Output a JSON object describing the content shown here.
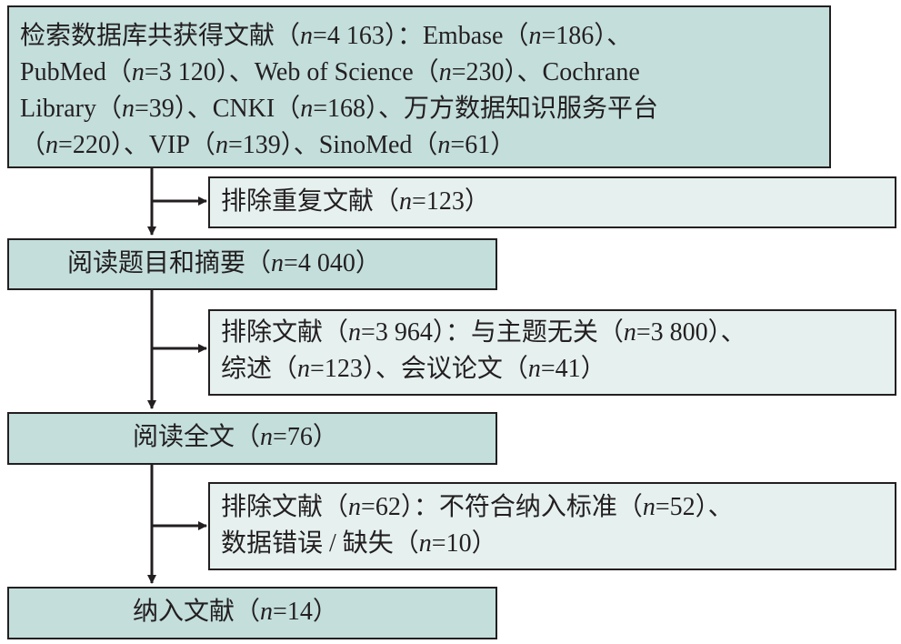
{
  "boxes": {
    "search": {
      "lines": [
        "检索数据库共获得文献（n=4 163）：Embase（n=186）、",
        "PubMed（n=3 120）、Web of Science（n=230）、Cochrane",
        "Library（n=39）、CNKI（n=168）、万方数据知识服务平台",
        "（n=220）、VIP（n=139）、SinoMed（n=61）"
      ]
    },
    "exclude_duplicates": {
      "lines": [
        "排除重复文献（n=123）"
      ]
    },
    "screen_title_abstract": {
      "lines": [
        "阅读题目和摘要（n=4 040）"
      ]
    },
    "exclude_screen": {
      "lines": [
        "排除文献（n=3 964）：与主题无关（n=3 800）、",
        "综述（n=123）、会议论文（n=41）"
      ]
    },
    "full_text": {
      "lines": [
        "阅读全文（n=76）"
      ]
    },
    "exclude_full_text": {
      "lines": [
        "排除文献（n=62）：不符合纳入标准（n=52）、",
        "数据错误 / 缺失（n=10）"
      ]
    },
    "included": {
      "lines": [
        "纳入文献（n=14）"
      ]
    }
  },
  "colors": {
    "main_box": "#c3dedb",
    "exclusion_box": "#e6f1ef",
    "line": "#231f20"
  }
}
